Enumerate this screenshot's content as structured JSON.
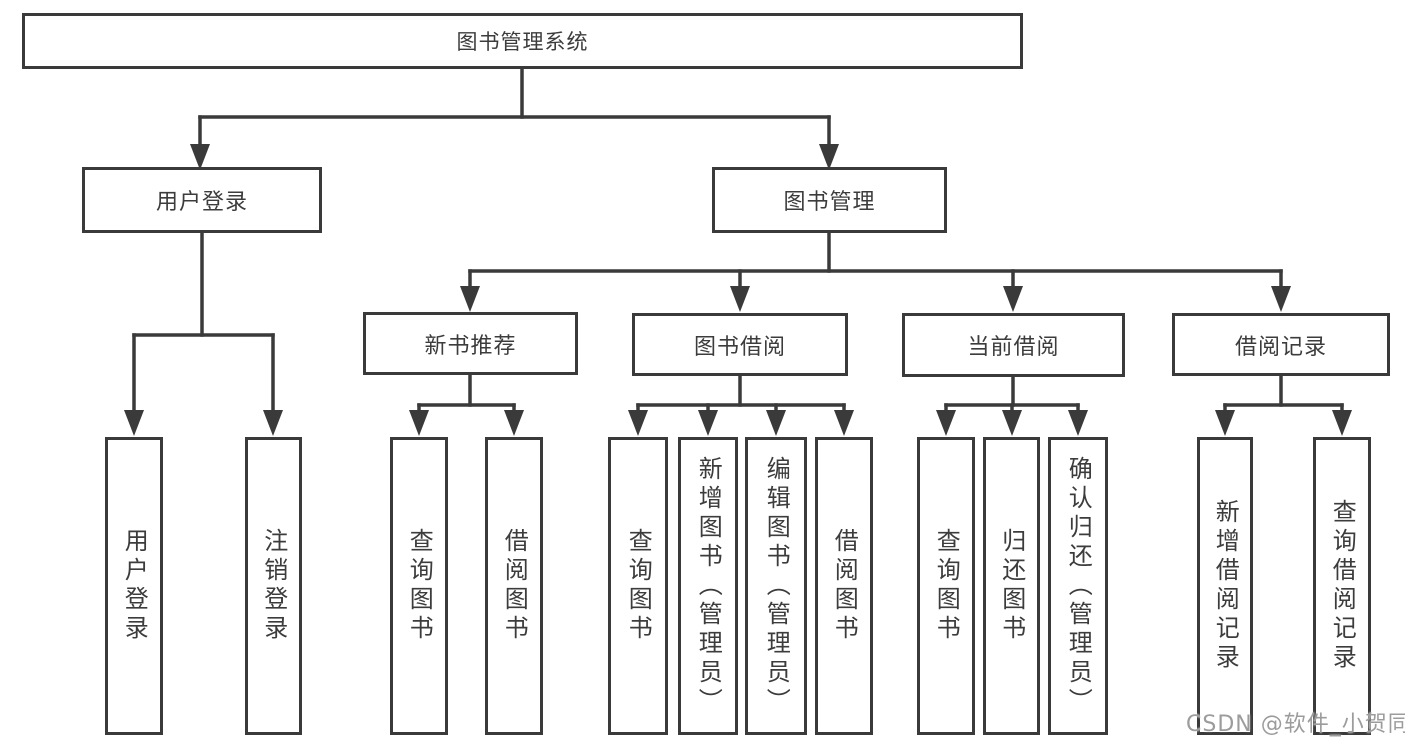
{
  "diagram_type": "tree",
  "nodes": {
    "root": "图书管理系统",
    "user_login": "用户登录",
    "book_management": "图书管理",
    "new_book_recommend": "新书推荐",
    "book_borrow": "图书借阅",
    "current_borrow": "当前借阅",
    "borrow_records": "借阅记录"
  },
  "leaves": {
    "login": [
      "用户登录",
      "注销登录"
    ],
    "recommend": [
      "查询图书",
      "借阅图书"
    ],
    "borrow": [
      "查询图书",
      "新增图书（管理员）",
      "编辑图书（管理员）",
      "借阅图书"
    ],
    "current": [
      "查询图书",
      "归还图书",
      "确认归还（管理员）"
    ],
    "records": [
      "新增借阅记录",
      "查询借阅记录"
    ]
  },
  "watermark": {
    "text": "CSDN @软件_小贺同学"
  },
  "colors": {
    "line": "#3a3a3a",
    "text": "#3c3c3c",
    "box_fill": "#ffffff",
    "background": "#ffffff",
    "watermark": "#9c9c9c"
  }
}
